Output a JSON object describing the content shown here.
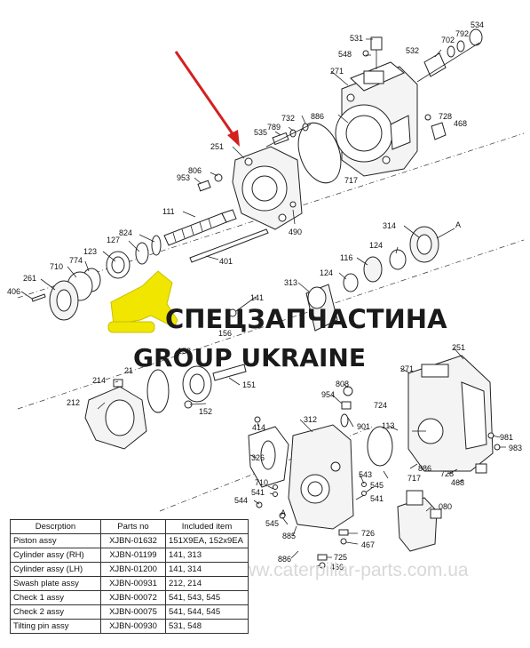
{
  "labels": {
    "l531": "531",
    "l534": "534",
    "l792": "792",
    "l702": "702",
    "l548": "548",
    "l532": "532",
    "l271a": "271",
    "l886a": "886",
    "l732": "732",
    "l789": "789",
    "l535": "535",
    "l728a": "728",
    "l468a": "468",
    "l251a": "251",
    "l717a": "717",
    "l806": "806",
    "l953": "953",
    "l111": "111",
    "l490": "490",
    "l824": "824",
    "l127": "127",
    "l401": "401",
    "l123": "123",
    "l774": "774",
    "l710a": "710",
    "l261": "261",
    "l406": "406",
    "l314": "314",
    "lA1": "A",
    "l124a": "124",
    "l116": "116",
    "l124b": "124",
    "l313": "313",
    "l141": "141",
    "l151": "151",
    "l153": "153",
    "l156": "156",
    "l214": "214",
    "l211": "21",
    "l212": "212",
    "l152": "152",
    "l808": "808",
    "l954": "954",
    "l251b": "251",
    "l271b": "271",
    "l724": "724",
    "l312": "312",
    "l901": "901",
    "l113": "113",
    "l414": "414",
    "l326": "326",
    "l981": "981",
    "l983": "983",
    "l886b": "886",
    "l728b": "728",
    "l468b": "468",
    "l717b": "717",
    "l543": "543",
    "l545a": "545",
    "l541a": "541",
    "l710b": "710",
    "l541b": "541",
    "l544": "544",
    "lA2": "A",
    "l545b": "545",
    "l885": "885",
    "l886c": "886",
    "l080": "080",
    "l726": "726",
    "l467": "467",
    "l725": "725",
    "l466": "466"
  },
  "watermark": {
    "line1": "СПЕЦЗАПЧАСТИНА",
    "line2": "GROUP UKRAINE",
    "url": "www.caterpillar-parts.com.ua",
    "logo_color": "#f0e600",
    "text_color": "#1a1a1a"
  },
  "arrow_color": "#d32020",
  "table": {
    "headers": [
      "Descrption",
      "Parts no",
      "Included item"
    ],
    "rows": [
      [
        "Piston assy",
        "XJBN-01632",
        "151X9EA, 152x9EA"
      ],
      [
        "Cylinder assy (RH)",
        "XJBN-01199",
        "141, 313"
      ],
      [
        "Cylinder assy (LH)",
        "XJBN-01200",
        "141, 314"
      ],
      [
        "Swash plate assy",
        "XJBN-00931",
        "212, 214"
      ],
      [
        "Check 1 assy",
        "XJBN-00072",
        "541, 543, 545"
      ],
      [
        "Check 2 assy",
        "XJBN-00075",
        "541, 544, 545"
      ],
      [
        "Tilting pin assy",
        "XJBN-00930",
        "531, 548"
      ]
    ]
  }
}
